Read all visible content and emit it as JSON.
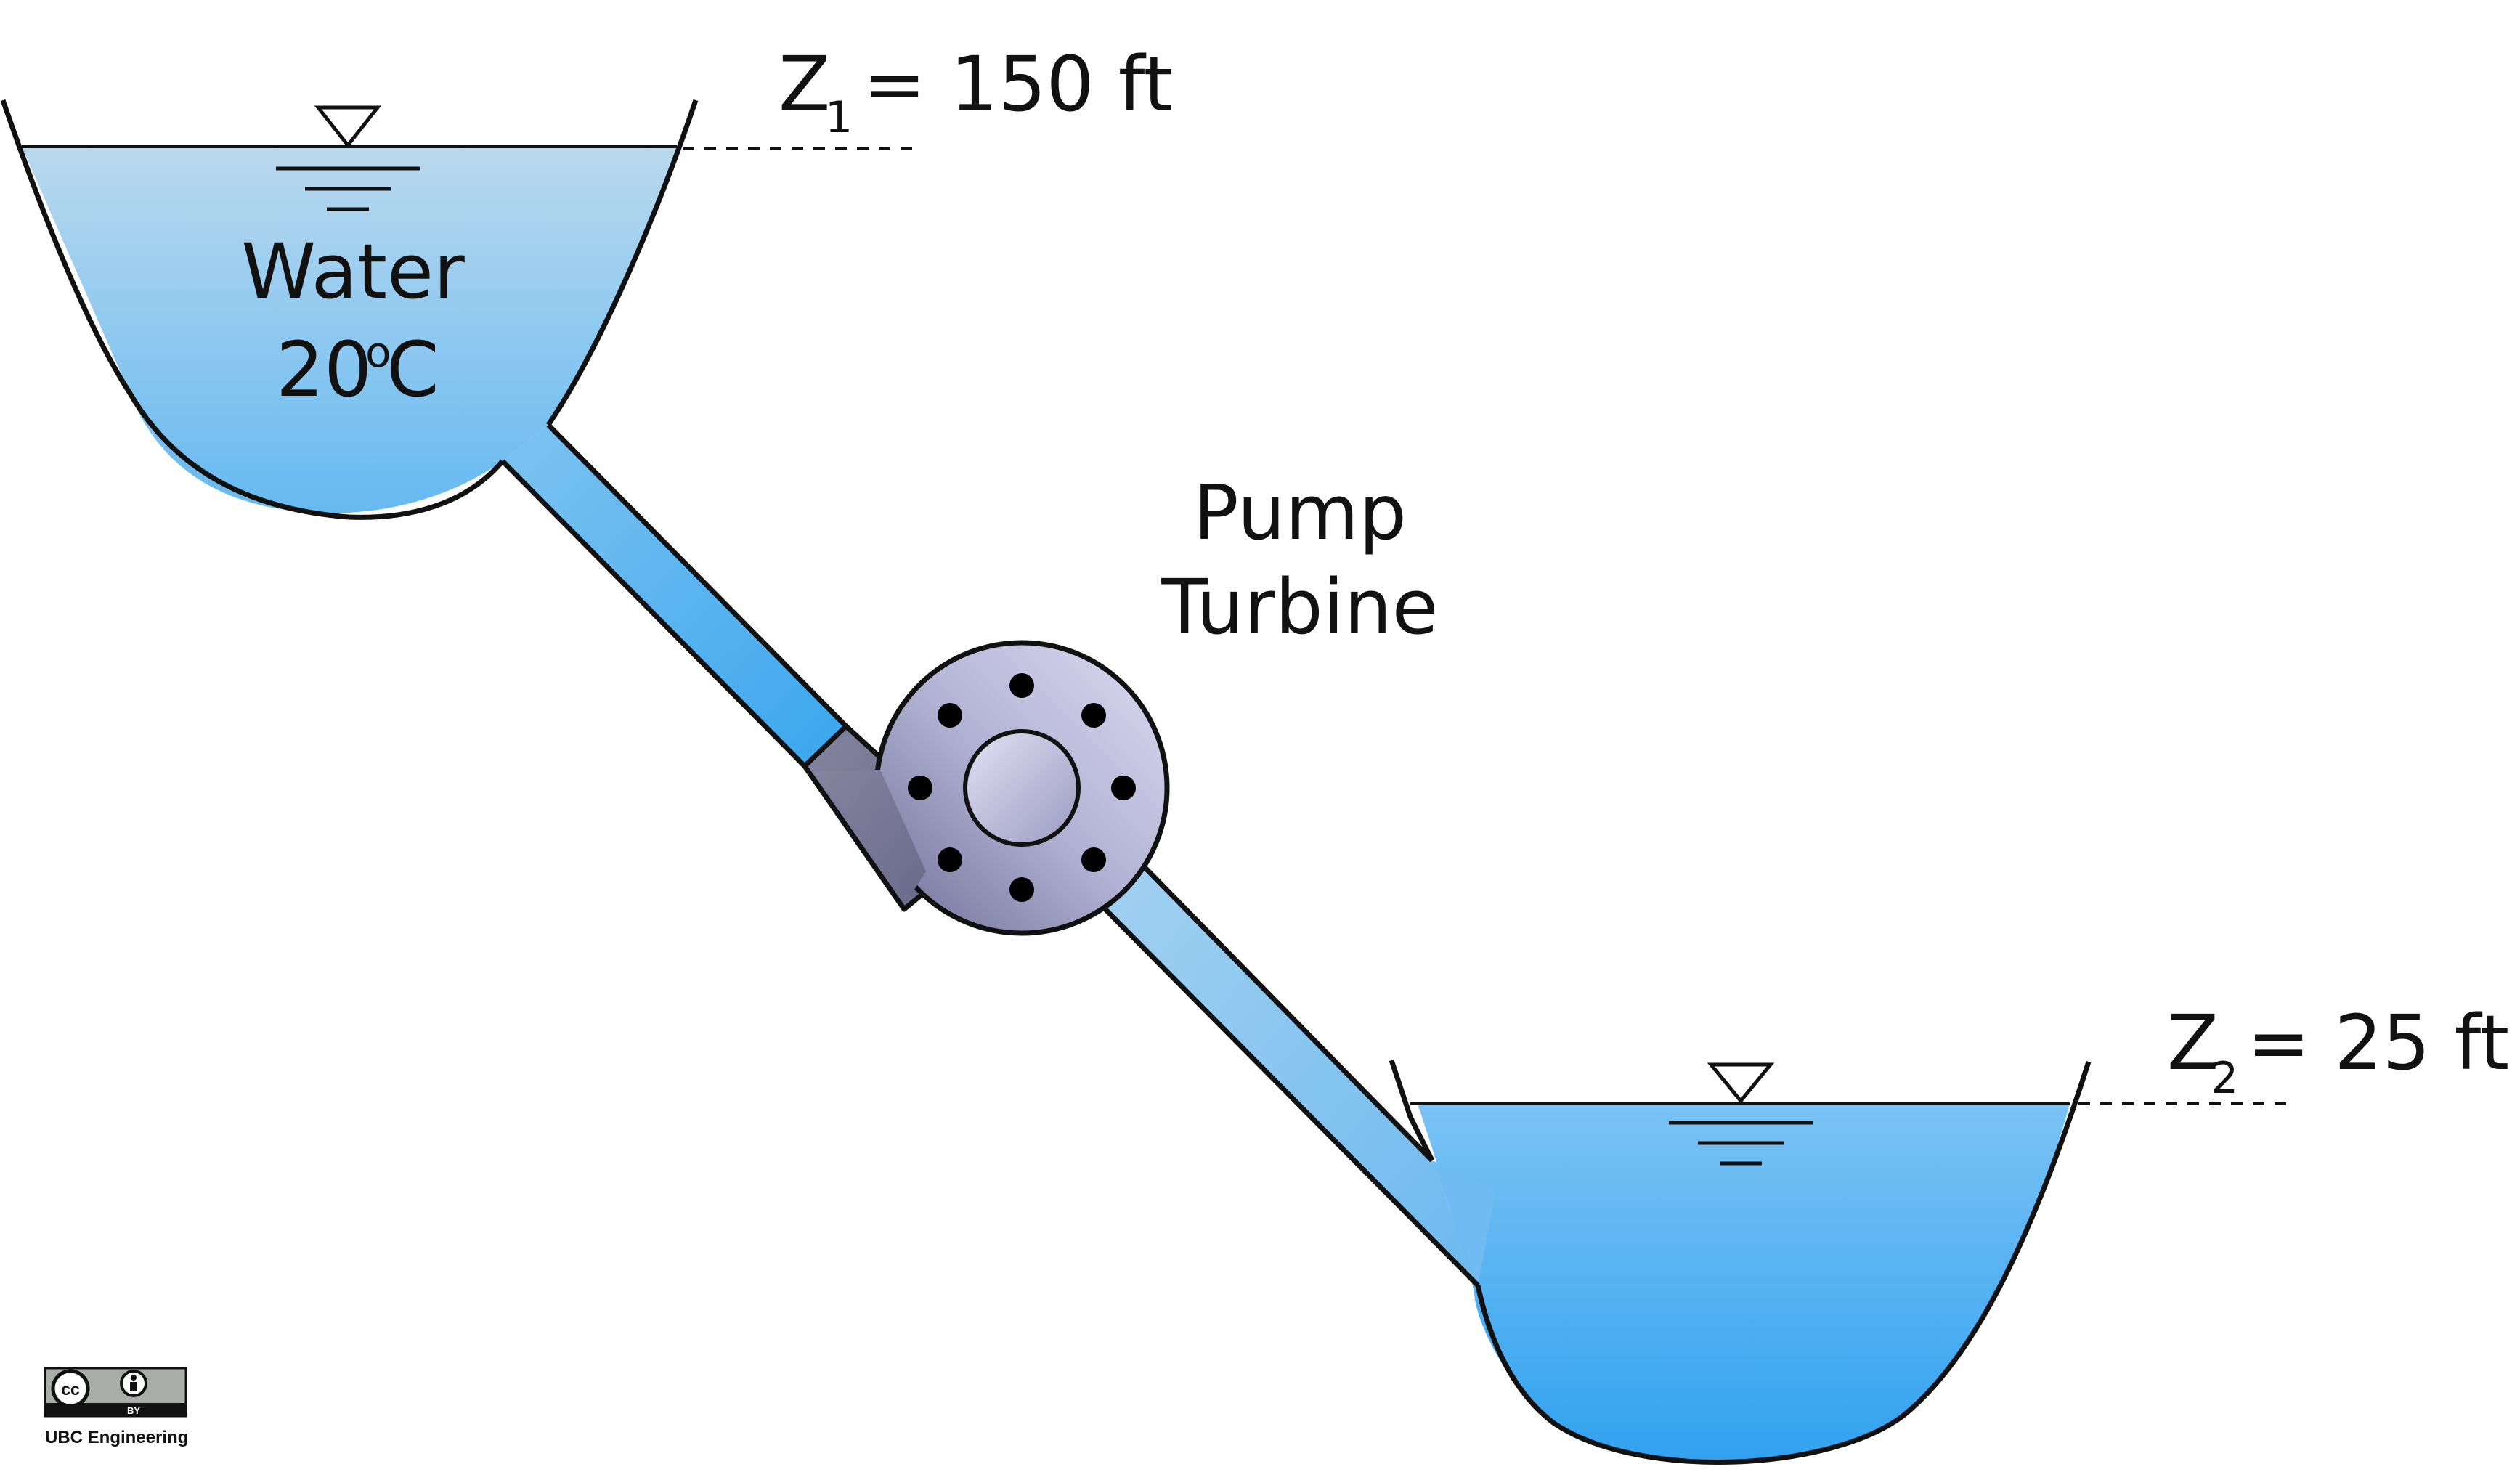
{
  "reservoir_upper": {
    "fluid_label": "Water",
    "temperature_value": "20",
    "temperature_degree": "o",
    "temperature_unit": "C",
    "elevation_symbol": "Z",
    "elevation_subscript": "1",
    "elevation_value": "= 150 ft"
  },
  "reservoir_lower": {
    "elevation_symbol": "Z",
    "elevation_subscript": "2",
    "elevation_value": "= 25 ft"
  },
  "machine": {
    "label_line1": "Pump",
    "label_line2": "Turbine"
  },
  "license": {
    "cc_text": "cc",
    "by_text": "BY",
    "credit": "UBC Engineering"
  },
  "colors": {
    "water_top": "#b7d8ee",
    "water_bottom": "#3aa6ee",
    "pump_light": "#d8d8f0",
    "pump_dark": "#75759e",
    "outline": "#111111"
  }
}
